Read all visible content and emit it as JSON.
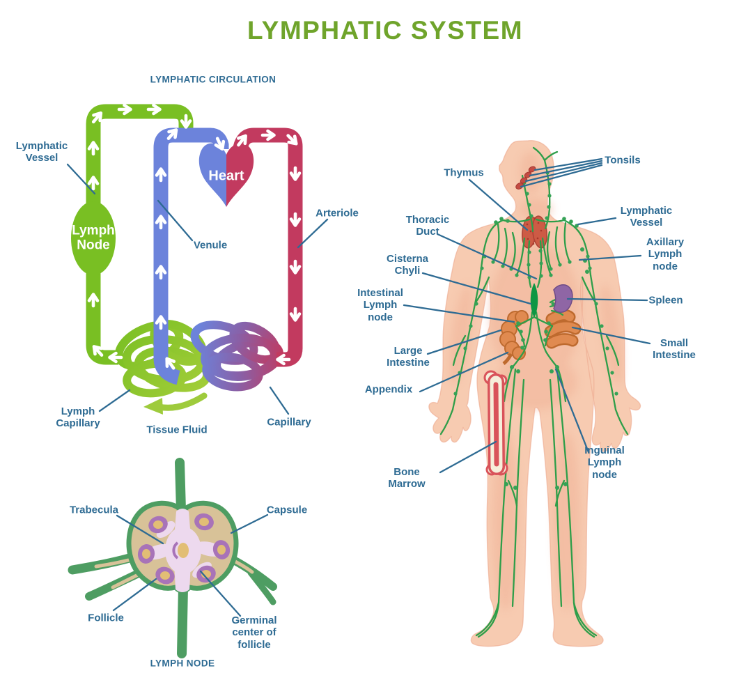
{
  "title": "LYMPHATIC SYSTEM",
  "circulation": {
    "heading": "LYMPHATIC CIRCULATION",
    "labels": {
      "lymphatic_vessel": "Lymphatic Vessel",
      "lymph_node": "Lymph Node",
      "venule": "Venule",
      "heart": "Heart",
      "arteriole": "Arteriole",
      "lymph_capillary": "Lymph Capillary",
      "tissue_fluid": "Tissue Fluid",
      "capillary": "Capillary"
    }
  },
  "lymph_node": {
    "heading": "LYMPH NODE",
    "labels": {
      "trabecula": "Trabecula",
      "capsule": "Capsule",
      "follicle": "Follicle",
      "germinal_center": "Germinal center of follicle"
    }
  },
  "body": {
    "labels": {
      "thymus": "Thymus",
      "tonsils": "Tonsils",
      "thoracic_duct": "Thoracic Duct",
      "lymphatic_vessel": "Lymphatic Vessel",
      "axillary_lymph_node": "Axillary Lymph node",
      "cisterna_chyli": "Cisterna Chyli",
      "spleen": "Spleen",
      "intestinal_lymph_node": "Intestinal Lymph node",
      "small_intestine": "Small Intestine",
      "large_intestine": "Large Intestine",
      "appendix": "Appendix",
      "inguinal_lymph_node": "Inguinal Lymph node",
      "bone_marrow": "Bone Marrow"
    }
  },
  "colors": {
    "title_green": "#6fa42b",
    "label_blue": "#2e6b93",
    "lymph_green": "#79bf23",
    "vein_blue": "#6c83db",
    "artery_red": "#c23a5f",
    "skin": "#f7cbb1",
    "vessel_green": "#2e9e49",
    "node_capsule": "#4e9d62",
    "node_tan": "#d8c298",
    "node_pink": "#edd9ee",
    "follicle_purple": "#a873b8",
    "germinal_tan": "#e2be75",
    "organ_orange": "#e08a50",
    "thymus_red": "#cd5b45",
    "spleen_purple": "#8f66a5",
    "bone_red": "#d9535a"
  }
}
